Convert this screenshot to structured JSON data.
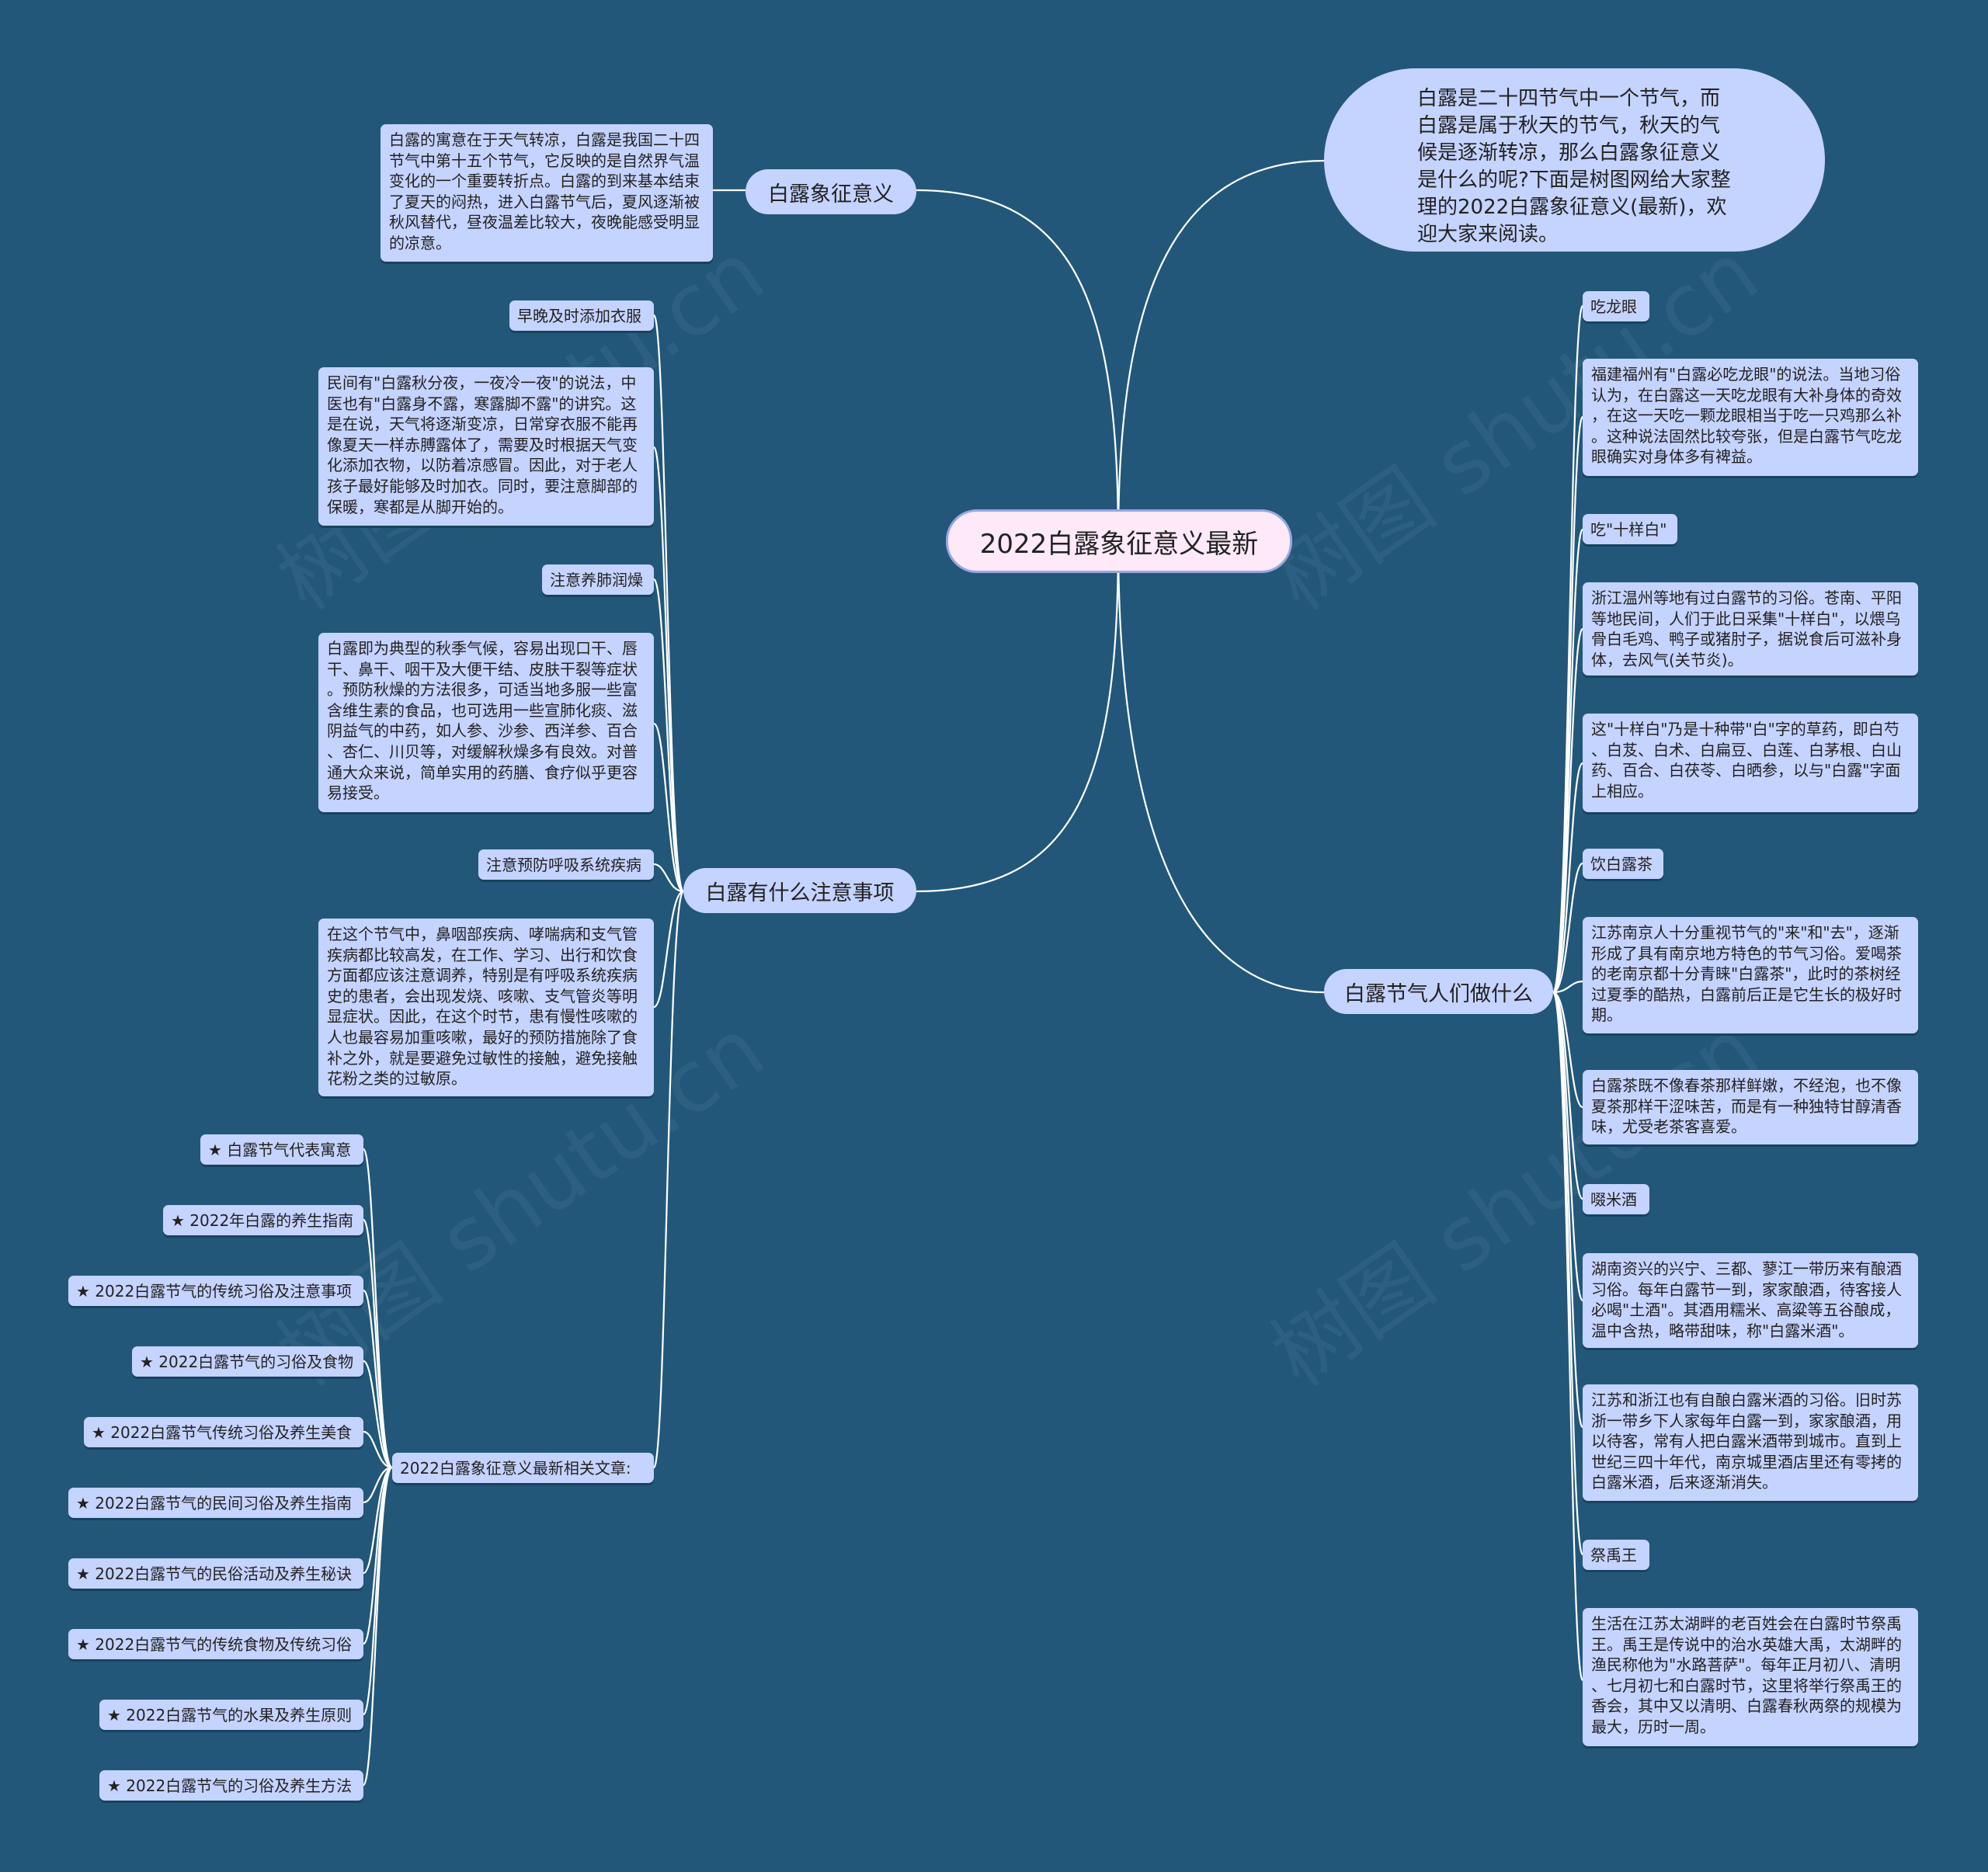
{
  "root": "2022白露象征意义最新",
  "intro": "白露是二十四节气中一个节气，而\n白露是属于秋天的节气，秋天的气\n候是逐渐转凉，那么白露象征意义\n是什么的呢?下面是树图网给大家整\n理的2022白露象征意义(最新)，欢\n迎大家来阅读。",
  "branches": {
    "meaning": {
      "label": "白露象征意义",
      "text": "白露的寓意在于天气转凉，白露是我国二十四\n节气中第十五个节气，它反映的是自然界气温\n变化的一个重要转折点。白露的到来基本结束\n了夏天的闷热，进入白露节气后，夏风逐渐被\n秋风替代，昼夜温差比较大，夜晚能感受明显\n的凉意。"
    },
    "notes": {
      "label": "白露有什么注意事项",
      "items": [
        {
          "title": "早晚及时添加衣服",
          "text": "民间有\"白露秋分夜，一夜冷一夜\"的说法，中\n医也有\"白露身不露，寒露脚不露\"的讲究。这\n是在说，天气将逐渐变凉，日常穿衣服不能再\n像夏天一样赤膊露体了，需要及时根据天气变\n化添加衣物，以防着凉感冒。因此，对于老人\n孩子最好能够及时加衣。同时，要注意脚部的\n保暖，寒都是从脚开始的。"
        },
        {
          "title": "注意养肺润燥",
          "text": "白露即为典型的秋季气候，容易出现口干、唇\n干、鼻干、咽干及大便干结、皮肤干裂等症状\n。预防秋燥的方法很多，可适当地多服一些富\n含维生素的食品，也可选用一些宣肺化痰、滋\n阴益气的中药，如人参、沙参、西洋参、百合\n、杏仁、川贝等，对缓解秋燥多有良效。对普\n通大众来说，简单实用的药膳、食疗似乎更容\n易接受。"
        },
        {
          "title": "注意预防呼吸系统疾病",
          "text": "在这个节气中，鼻咽部疾病、哮喘病和支气管\n疾病都比较高发，在工作、学习、出行和饮食\n方面都应该注意调养，特别是有呼吸系统疾病\n史的患者，会出现发烧、咳嗽、支气管炎等明\n显症状。因此，在这个时节，患有慢性咳嗽的\n人也最容易加重咳嗽，最好的预防措施除了食\n补之外，就是要避免过敏性的接触，避免接触\n花粉之类的过敏原。"
        }
      ],
      "related_title": "2022白露象征意义最新相关文章:",
      "related": [
        "★ 白露节气代表寓意",
        "★ 2022年白露的养生指南",
        "★ 2022白露节气的传统习俗及注意事项",
        "★ 2022白露节气的习俗及食物",
        "★ 2022白露节气传统习俗及养生美食",
        "★ 2022白露节气的民间习俗及养生指南",
        "★ 2022白露节气的民俗活动及养生秘诀",
        "★ 2022白露节气的传统食物及传统习俗",
        "★ 2022白露节气的水果及养生原则",
        "★ 2022白露节气的习俗及养生方法"
      ]
    },
    "customs": {
      "label": "白露节气人们做什么",
      "items": [
        {
          "title": "吃龙眼",
          "texts": [
            "福建福州有\"白露必吃龙眼\"的说法。当地习俗\n认为，在白露这一天吃龙眼有大补身体的奇效\n，在这一天吃一颗龙眼相当于吃一只鸡那么补\n。这种说法固然比较夸张，但是白露节气吃龙\n眼确实对身体多有裨益。"
          ]
        },
        {
          "title": "吃\"十样白\"",
          "texts": [
            "浙江温州等地有过白露节的习俗。苍南、平阳\n等地民间，人们于此日采集\"十样白\"，以煨乌\n骨白毛鸡、鸭子或猪肘子，据说食后可滋补身\n体，去风气(关节炎)。",
            "这\"十样白\"乃是十种带\"白\"字的草药，即白芍\n、白芨、白术、白扁豆、白莲、白茅根、白山\n药、百合、白茯苓、白晒参，以与\"白露\"字面\n上相应。"
          ]
        },
        {
          "title": "饮白露茶",
          "texts": [
            "江苏南京人十分重视节气的\"来\"和\"去\"，逐渐\n形成了具有南京地方特色的节气习俗。爱喝茶\n的老南京都十分青睐\"白露茶\"，此时的茶树经\n过夏季的酷热，白露前后正是它生长的极好时\n期。",
            "白露茶既不像春茶那样鲜嫩，不经泡，也不像\n夏茶那样干涩味苦，而是有一种独特甘醇清香\n味，尤受老茶客喜爱。"
          ]
        },
        {
          "title": "啜米酒",
          "texts": [
            "湖南资兴的兴宁、三都、蓼江一带历来有酿酒\n习俗。每年白露节一到，家家酿酒，待客接人\n必喝\"土酒\"。其酒用糯米、高粱等五谷酿成，\n温中含热，略带甜味，称\"白露米酒\"。",
            "江苏和浙江也有自酿白露米酒的习俗。旧时苏\n浙一带乡下人家每年白露一到，家家酿酒，用\n以待客，常有人把白露米酒带到城市。直到上\n世纪三四十年代，南京城里酒店里还有零拷的\n白露米酒，后来逐渐消失。"
          ]
        },
        {
          "title": "祭禹王",
          "texts": [
            "生活在江苏太湖畔的老百姓会在白露时节祭禹\n王。禹王是传说中的治水英雄大禹，太湖畔的\n渔民称他为\"水路菩萨\"。每年正月初八、清明\n、七月初七和白露时节，这里将举行祭禹王的\n香会，其中又以清明、白露春秋两祭的规模为\n最大，历时一周。"
          ]
        }
      ]
    }
  },
  "watermark": "树图 shutu.cn"
}
